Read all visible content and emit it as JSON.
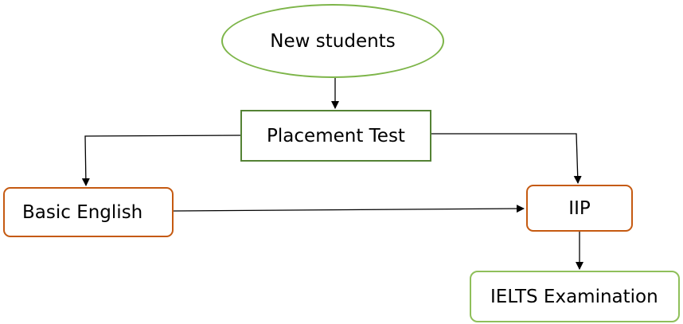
{
  "nodes": {
    "new_students": "New students",
    "placement_test": "Placement Test",
    "basic_english": "Basic English",
    "iip": "IIP",
    "ielts_examination": "IELTS Examination"
  },
  "colors": {
    "new_students_border": "#7db549",
    "placement_test_border": "#548235",
    "basic_english_border": "#c55a11",
    "iip_border": "#c55a11",
    "ielts_border": "#8fbf5a",
    "connector": "#000000"
  },
  "connections": [
    {
      "from": "New students",
      "to": "Placement Test"
    },
    {
      "from": "Placement Test",
      "to": "Basic English"
    },
    {
      "from": "Placement Test",
      "to": "IIP"
    },
    {
      "from": "Basic English",
      "to": "IIP"
    },
    {
      "from": "IIP",
      "to": "IELTS Examination"
    }
  ]
}
